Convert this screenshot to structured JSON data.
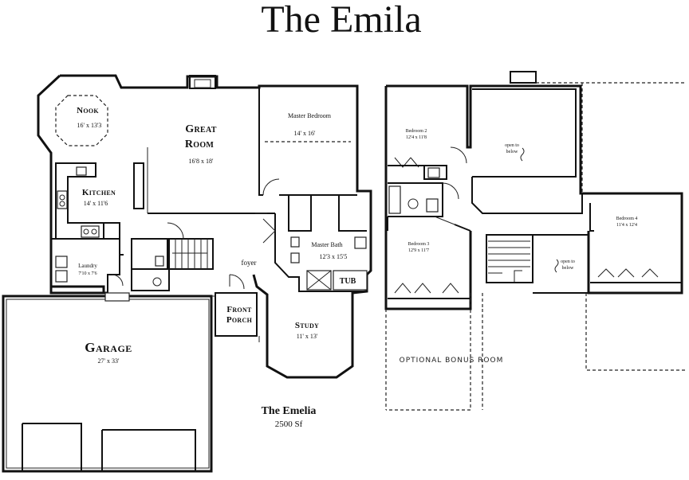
{
  "title": "The Emila",
  "footer": {
    "name": "The Emelia",
    "area": "2500 Sf"
  },
  "main_floor": {
    "nook": {
      "name": "Nook",
      "size": "16' x 13'3"
    },
    "great_room": {
      "name1": "Great",
      "name2": "Room",
      "size": "16'8 x 18'"
    },
    "master_bedroom": {
      "name": "Master Bedroom",
      "size": "14' x 16'"
    },
    "kitchen": {
      "name": "Kitchen",
      "size": "14' x 11'6"
    },
    "laundry": {
      "name": "Laundry",
      "size": "7'10 x 7'6"
    },
    "master_bath": {
      "name": "Master Bath",
      "size": "12'3 x 15'5"
    },
    "tub": "TUB",
    "foyer": "foyer",
    "front_porch": {
      "line1": "Front",
      "line2": "Porch"
    },
    "study": {
      "name": "Study",
      "size": "11' x 13'"
    },
    "garage": {
      "name": "Garage",
      "size": "27' x 33'"
    }
  },
  "upper_floor": {
    "bedroom2": {
      "name": "Bedroom 2",
      "size": "12'4 x 11'8"
    },
    "bedroom3": {
      "name": "Bedroom 3",
      "size": "12'9 x 11'7"
    },
    "bedroom4": {
      "name": "Bedroom 4",
      "size": "11'4 x 12'4"
    },
    "open_below_1": {
      "line1": "open to",
      "line2": "below"
    },
    "open_below_2": {
      "line1": "open to",
      "line2": "below"
    },
    "bonus_room": "OPTIONAL BONUS ROOM"
  }
}
